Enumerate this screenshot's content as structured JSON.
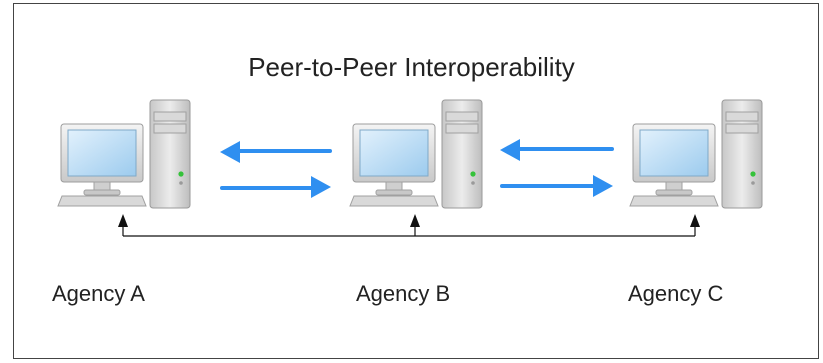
{
  "diagram": {
    "title": "Peer-to-Peer Interoperability",
    "agencies": [
      {
        "label": "Agency A"
      },
      {
        "label": "Agency B"
      },
      {
        "label": "Agency C"
      }
    ],
    "colors": {
      "arrow": "#2f8ff0",
      "line": "#111111",
      "monitor_screen": "#b9dcf5",
      "case": "#d0d0d0"
    }
  }
}
